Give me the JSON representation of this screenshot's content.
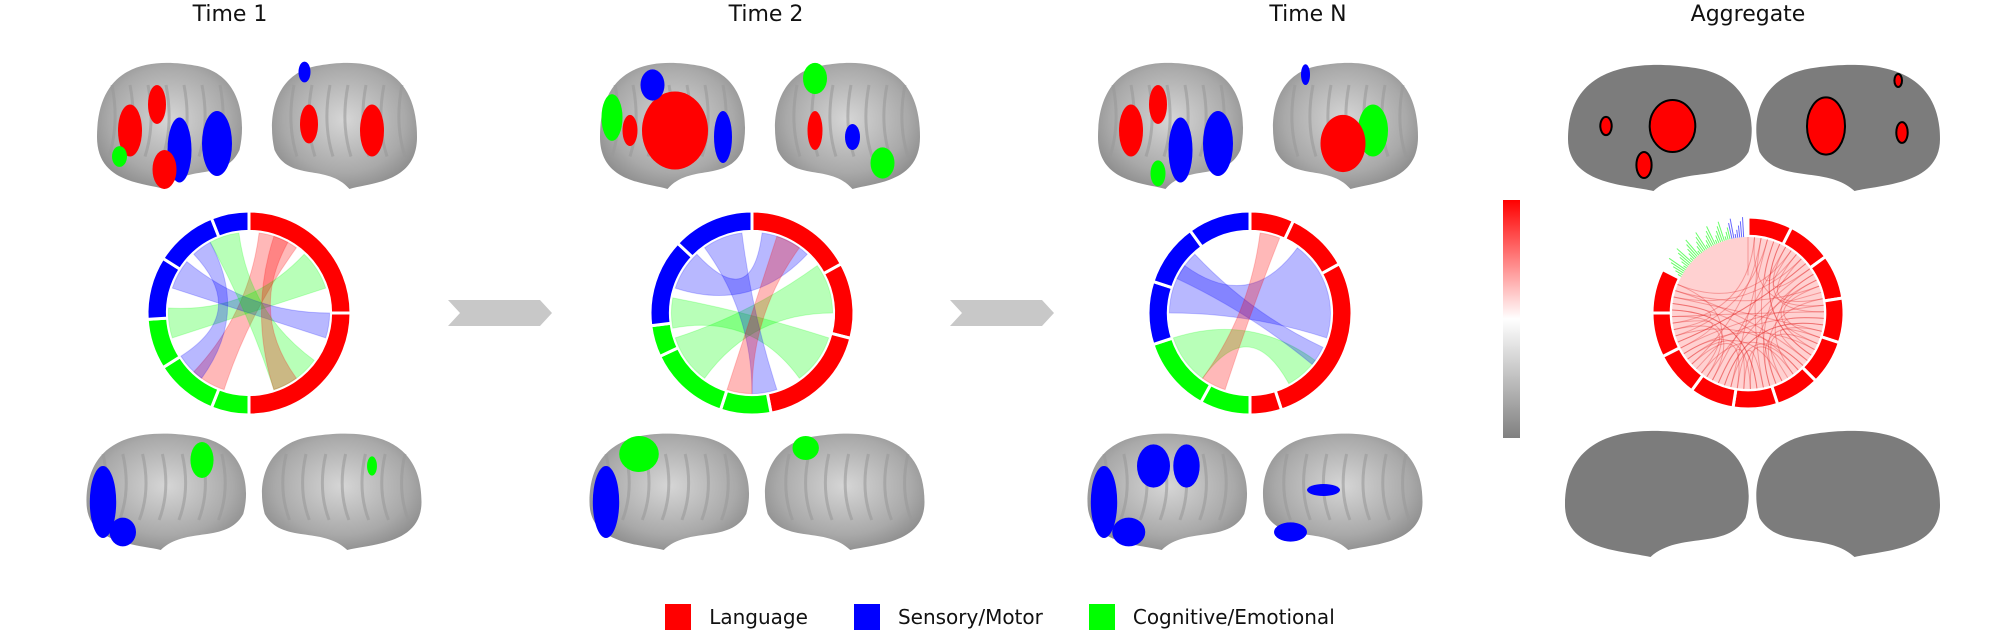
{
  "panels": [
    {
      "title": "Time 1"
    },
    {
      "title": "Time 2"
    },
    {
      "title": "Time N"
    },
    {
      "title": "Aggregate"
    }
  ],
  "legend": [
    {
      "label": "Language",
      "color": "#ff0000"
    },
    {
      "label": "Sensory/Motor",
      "color": "#0000ff"
    },
    {
      "label": "Cognitive/Emotional",
      "color": "#00ff00"
    }
  ],
  "colorbar": {
    "top_color": "#ff0000",
    "mid_color": "#ffffff",
    "bottom_color": "#808080"
  }
}
